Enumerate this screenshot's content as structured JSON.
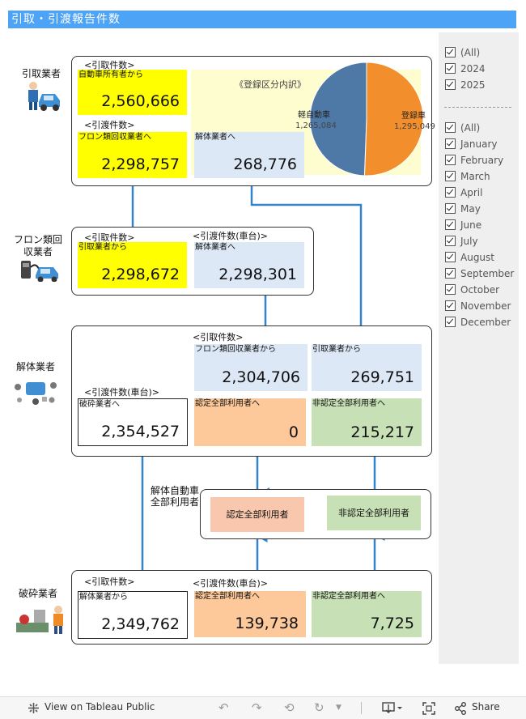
{
  "title": "引取・引渡報告件数",
  "actors": {
    "hikitori": "引取業者",
    "furon": "フロン類回収業者",
    "kaitai": "解体業者",
    "hasai": "破砕業者",
    "kaitai_car_users": "解体自動車全部利用者"
  },
  "groups": {
    "hikitori_count": "<引取件数>",
    "hikiwatashi_count": "<引渡件数>",
    "hikiwatashi_count_car": "<引渡件数(車台)>",
    "hikiwatashi_count_car_b": "<引渡件数(車台)>",
    "hikitori_count_furon": "<引取件数>",
    "hikitori_count_kaitai": "<引取件数>",
    "hikitori_count_hasai": "<引取件数>",
    "hikiwatashi_count_hasai": "<引渡件数(車台)>",
    "registration_breakdown": "《登録区分内訳》"
  },
  "cells": {
    "owner_from": {
      "label": "自動車所有者から",
      "value": "2,560,666"
    },
    "to_furon": {
      "label": "フロン類回収業者へ",
      "value": "2,298,757"
    },
    "to_kaitai": {
      "label": "解体業者へ",
      "value": "268,776"
    },
    "furon_from_hikitori": {
      "label": "引取業者から",
      "value": "2,298,672"
    },
    "furon_to_kaitai": {
      "label": "解体業者へ",
      "value": "2,298,301"
    },
    "kaitai_from_furon": {
      "label": "フロン類回収業者から",
      "value": "2,304,706"
    },
    "kaitai_from_hikitori": {
      "label": "引取業者から",
      "value": "269,751"
    },
    "kaitai_to_hasai": {
      "label": "破砕業者へ",
      "value": "2,354,527"
    },
    "kaitai_to_nintei": {
      "label": "認定全部利用者へ",
      "value": "0"
    },
    "kaitai_to_hinintei": {
      "label": "非認定全部利用者へ",
      "value": "215,217"
    },
    "hasai_from_kaitai": {
      "label": "解体業者から",
      "value": "2,349,762"
    },
    "hasai_to_nintei": {
      "label": "認定全部利用者へ",
      "value": "139,738"
    },
    "hasai_to_hinintei": {
      "label": "非認定全部利用者へ",
      "value": "7,725"
    }
  },
  "users": {
    "nintei": "認定全部利用者",
    "hinintei": "非認定全部利用者"
  },
  "chart_data": {
    "type": "pie",
    "title": "《登録区分内訳》",
    "series": [
      {
        "name": "軽自動車",
        "value": 1265084,
        "label": "1,265,084",
        "color": "#4e79a7"
      },
      {
        "name": "登録車",
        "value": 1295049,
        "label": "1,295,049",
        "color": "#f28e2b"
      }
    ]
  },
  "filters": {
    "years": [
      "(All)",
      "2024",
      "2025"
    ],
    "months": [
      "(All)",
      "January",
      "February",
      "March",
      "April",
      "May",
      "June",
      "July",
      "August",
      "September",
      "October",
      "November",
      "December"
    ]
  },
  "footer": {
    "view_label": "View on Tableau Public",
    "share_label": "Share"
  },
  "icons": [
    "tableau-logo-icon",
    "undo-icon",
    "redo-icon",
    "revert-icon",
    "refresh-icon",
    "download-icon",
    "fullscreen-icon",
    "share-icon"
  ]
}
